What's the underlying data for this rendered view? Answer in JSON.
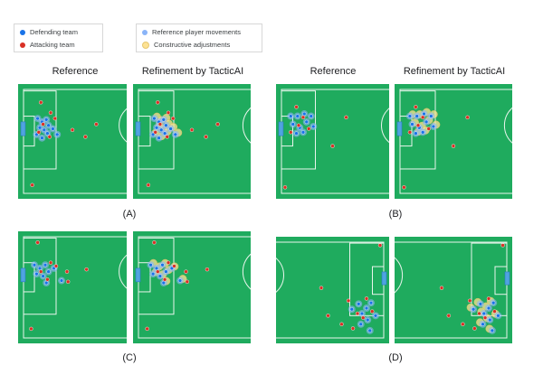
{
  "legend": {
    "defending_team": "Defending team",
    "attacking_team": "Attacking team",
    "reference_movements": "Reference player movements",
    "constructive_adjustments": "Constructive adjustments"
  },
  "labels": {
    "reference": "Reference",
    "refinement": "Refinement by TacticAI"
  },
  "captions": [
    "(A)",
    "(B)",
    "(C)",
    "(D)"
  ],
  "colors": {
    "pitch": "#1fab5e",
    "lines": "#e9f5ec",
    "defending": "#1a73e8",
    "attacking": "#d93025",
    "reference_movement": "#8ab4f8",
    "adjustment": "#fde293",
    "goal": "#4fa3e0"
  }
}
